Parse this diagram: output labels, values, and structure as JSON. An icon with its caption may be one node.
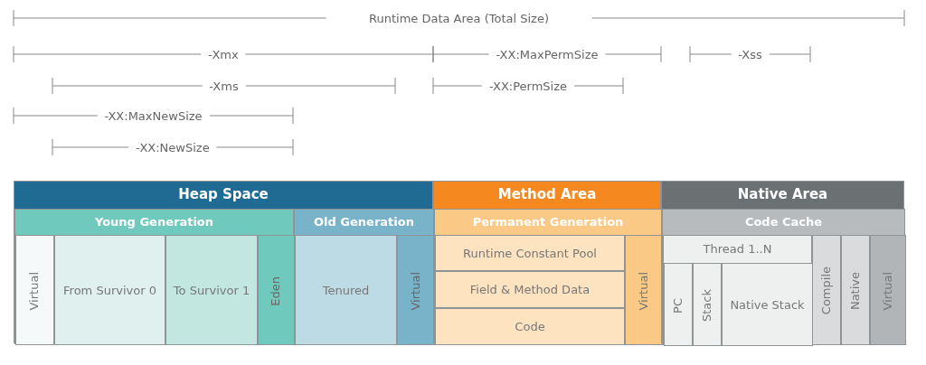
{
  "diagram": {
    "nodes": [
      {
        "text": [
          "Heap Space"
        ]
      },
      {
        "text": [
          "Young Generation"
        ],
        "in": 0
      },
      {
        "text": [
          "Virtual"
        ],
        "in": 1
      },
      {
        "text": [
          "From Survivor 0"
        ],
        "in": 1
      },
      {
        "text": [
          "To Survivor 1"
        ],
        "in": 1
      },
      {
        "text": [
          "Eden"
        ],
        "in": 1
      },
      {
        "text": [
          "Old Generation"
        ],
        "in": 0
      },
      {
        "text": [
          "Tenured"
        ],
        "in": 6
      },
      {
        "text": [
          "Virtual"
        ],
        "in": 6
      },
      {
        "text": [
          "Method Area"
        ]
      },
      {
        "text": [
          "Permanent Generation"
        ],
        "in": 9
      },
      {
        "text": [
          "Runtime Constant Pool"
        ],
        "in": 10
      },
      {
        "text": [
          "Field & Method Data"
        ],
        "in": 10
      },
      {
        "text": [
          "Code"
        ],
        "in": 10
      },
      {
        "text": [
          "Virtual"
        ],
        "in": 10
      },
      {
        "text": [
          "Native Area"
        ]
      },
      {
        "text": [
          "Code Cache"
        ],
        "in": 15
      },
      {
        "text": [
          "Thread 1..N"
        ],
        "in": 16
      },
      {
        "text": [
          "PC"
        ],
        "in": 17
      },
      {
        "text": [
          "Stack"
        ],
        "in": 17
      },
      {
        "text": [
          "Native Stack"
        ],
        "in": 17
      },
      {
        "text": [
          "Compile"
        ],
        "in": 16
      },
      {
        "text": [
          "Native"
        ],
        "in": 16
      },
      {
        "text": [
          "Virtual"
        ],
        "in": 16
      }
    ],
    "edges": [],
    "labels": [
      "Runtime Data Area (Total Size)",
      "-Xmx",
      "-XX:MaxPermSize",
      "-Xss",
      "-Xms",
      "-XX:PermSize",
      "-XX:MaxNewSize",
      "-XX:NewSize"
    ]
  }
}
